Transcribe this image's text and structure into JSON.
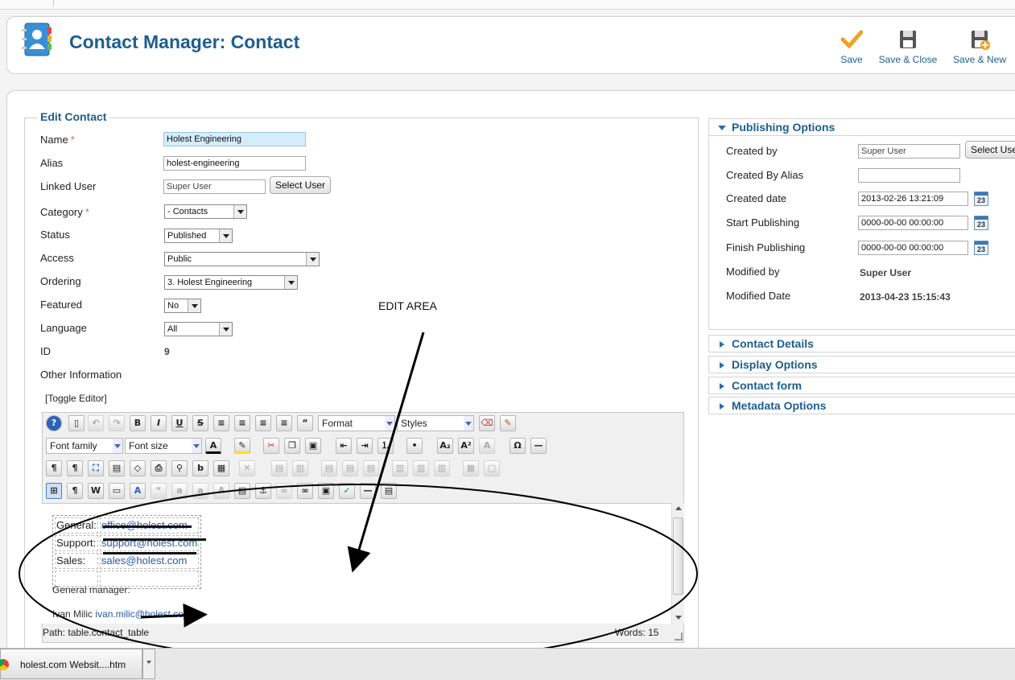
{
  "header": {
    "title": "Contact Manager: Contact",
    "toolbar": {
      "save": "Save",
      "save_close": "Save & Close",
      "save_new": "Save & New"
    }
  },
  "edit_contact": {
    "legend": "Edit Contact",
    "name_label": "Name",
    "name_value": "Holest Engineering",
    "alias_label": "Alias",
    "alias_value": "holest-engineering",
    "linked_user_label": "Linked User",
    "linked_user_value": "Super User",
    "select_user_button": "Select User",
    "category_label": "Category",
    "category_value": "- Contacts",
    "status_label": "Status",
    "status_value": "Published",
    "access_label": "Access",
    "access_value": "Public",
    "ordering_label": "Ordering",
    "ordering_value": "3. Holest Engineering",
    "featured_label": "Featured",
    "featured_value": "No",
    "language_label": "Language",
    "language_value": "All",
    "id_label": "ID",
    "id_value": "9",
    "other_info_label": "Other Information",
    "toggle_editor": "[Toggle Editor]"
  },
  "editor": {
    "format_select": "Format",
    "styles_select": "Styles",
    "font_family_select": "Font family",
    "font_size_select": "Font size",
    "content": {
      "rows": [
        {
          "label": "General:",
          "email": "office@holest.com"
        },
        {
          "label": "Support:",
          "email": "support@holest.com"
        },
        {
          "label": "Sales:",
          "email": "sales@holest.com"
        }
      ],
      "manager_label": "General manager:",
      "manager_line_name": "Ivan Milic",
      "manager_line_email": "ivan.milic@holest.com"
    },
    "path_text": "Path:  table.contact_table",
    "words_text": "Words: 15"
  },
  "annotation": {
    "text": "EDIT AREA"
  },
  "publishing": {
    "title": "Publishing Options",
    "created_by_label": "Created by",
    "created_by_value": "Super User",
    "select_user_button": "Select User",
    "created_by_alias_label": "Created By Alias",
    "created_by_alias_value": "",
    "created_date_label": "Created date",
    "created_date_value": "2013-02-26 13:21:09",
    "start_publishing_label": "Start Publishing",
    "start_publishing_value": "0000-00-00 00:00:00",
    "finish_publishing_label": "Finish Publishing",
    "finish_publishing_value": "0000-00-00 00:00:00",
    "modified_by_label": "Modified by",
    "modified_by_value": "Super User",
    "modified_date_label": "Modified Date",
    "modified_date_value": "2013-04-23 15:15:43",
    "calendar_day": "23"
  },
  "panels": {
    "contact_details": "Contact Details",
    "display_options": "Display Options",
    "contact_form": "Contact form",
    "metadata_options": "Metadata Options"
  },
  "taskbar": {
    "item_label": "holest.com  Websit....htm"
  },
  "colors": {
    "title_blue": "#1e5e8f",
    "required_orange": "#e07020",
    "name_highlight": "#d5ecfa"
  },
  "icons": [
    "contact-book-icon",
    "save-check-icon",
    "floppy-icon",
    "floppy-plus-icon",
    "calendar-icon",
    "chrome-icon"
  ]
}
